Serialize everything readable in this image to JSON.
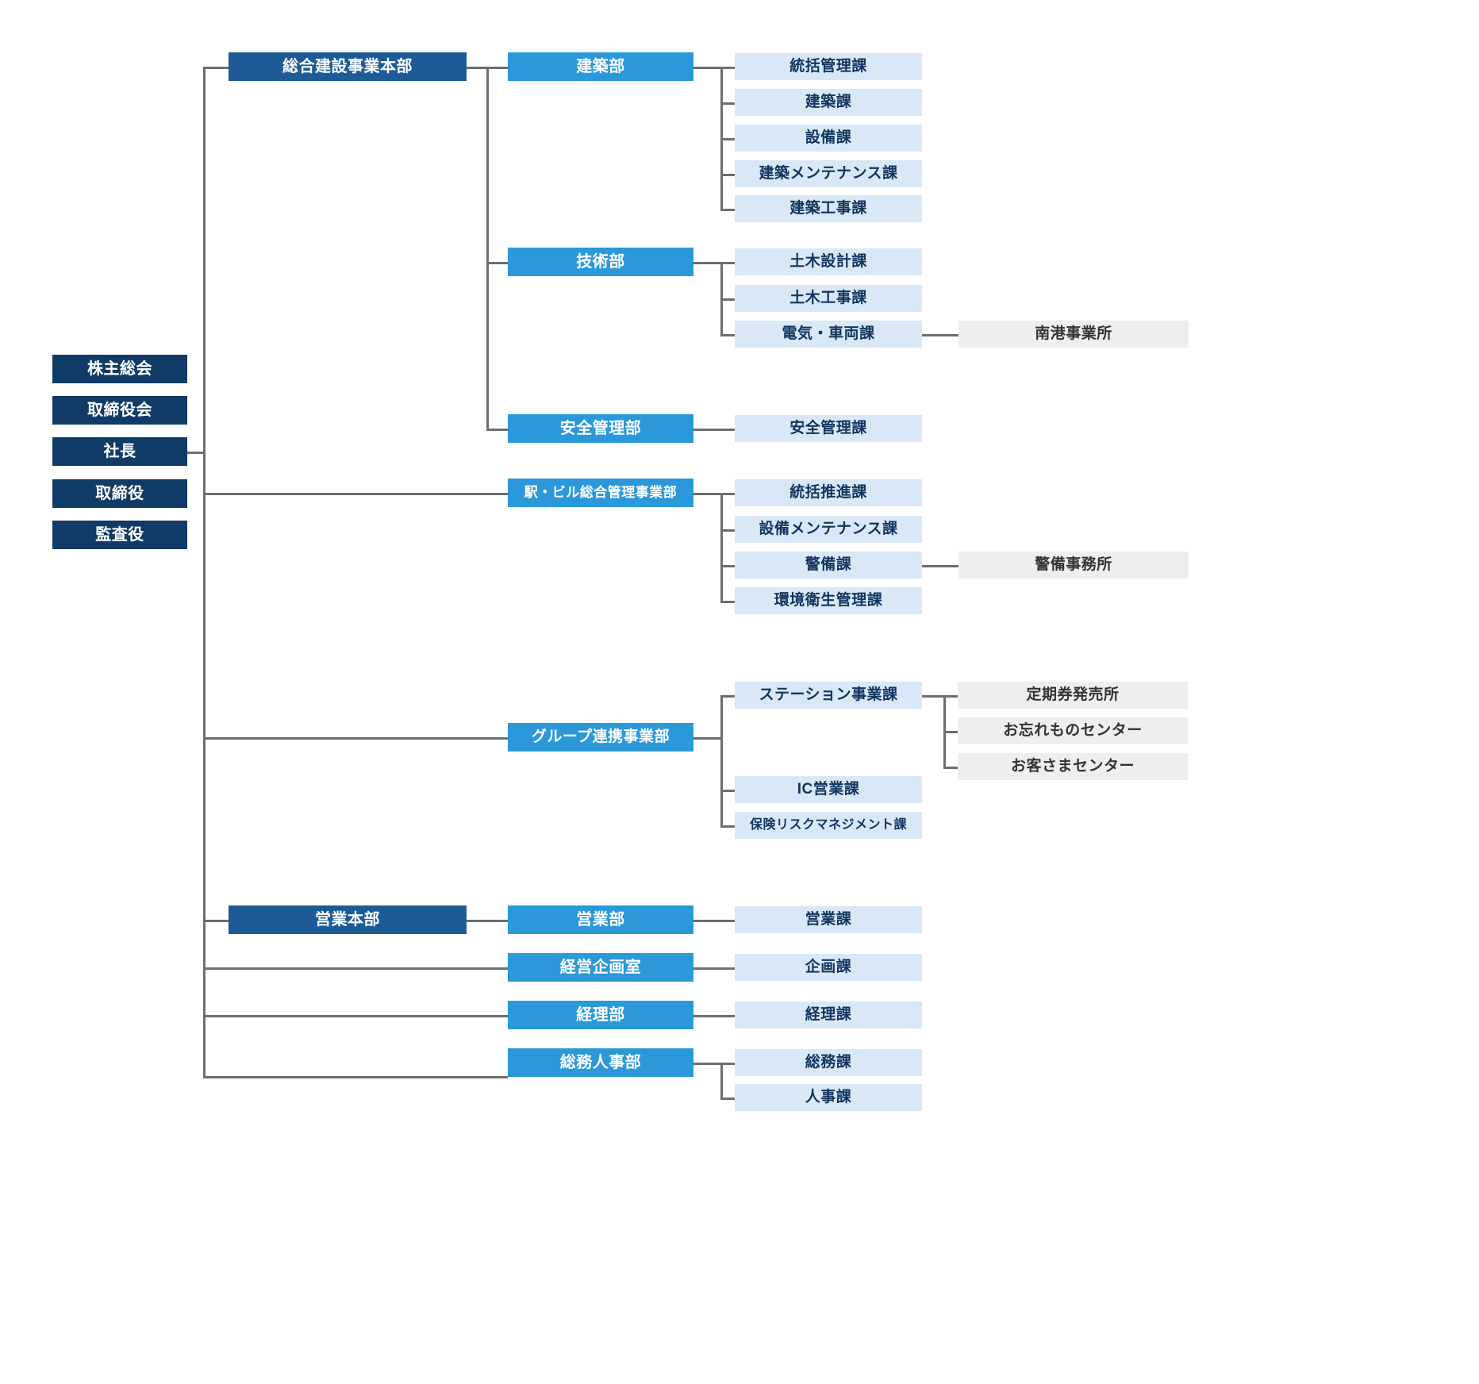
{
  "colors": {
    "exec": "#103b66",
    "headquarters": "#1d5b96",
    "department": "#2b98d9",
    "section": "#d8e8f6",
    "external": "#eeeeee",
    "connector": "#6e6e6e",
    "background": "#ffffff"
  },
  "governance": [
    {
      "label": "株主総会"
    },
    {
      "label": "取締役会"
    },
    {
      "label": "社長"
    },
    {
      "label": "取締役"
    },
    {
      "label": "監査役"
    }
  ],
  "divisions": {
    "construction_hq": {
      "label": "総合建設事業本部"
    },
    "sales_hq": {
      "label": "営業本部"
    }
  },
  "departments": {
    "architecture": {
      "label": "建築部"
    },
    "engineering": {
      "label": "技術部"
    },
    "safety": {
      "label": "安全管理部"
    },
    "station_building": {
      "label": "駅・ビル総合管理事業部"
    },
    "group_alliance": {
      "label": "グループ連携事業部"
    },
    "sales": {
      "label": "営業部"
    },
    "planning": {
      "label": "経営企画室"
    },
    "accounting": {
      "label": "経理部"
    },
    "general_affairs": {
      "label": "総務人事部"
    }
  },
  "sections": {
    "architecture": [
      {
        "label": "統括管理課"
      },
      {
        "label": "建築課"
      },
      {
        "label": "設備課"
      },
      {
        "label": "建築メンテナンス課"
      },
      {
        "label": "建築工事課"
      }
    ],
    "engineering": [
      {
        "label": "土木設計課"
      },
      {
        "label": "土木工事課"
      },
      {
        "label": "電気・車両課"
      }
    ],
    "safety": [
      {
        "label": "安全管理課"
      }
    ],
    "station_building": [
      {
        "label": "統括推進課"
      },
      {
        "label": "設備メンテナンス課"
      },
      {
        "label": "警備課"
      },
      {
        "label": "環境衛生管理課"
      }
    ],
    "group_alliance": [
      {
        "label": "ステーション事業課"
      },
      {
        "label": "IC営業課"
      },
      {
        "label": "保険リスクマネジメント課"
      }
    ],
    "sales": [
      {
        "label": "営業課"
      }
    ],
    "planning": [
      {
        "label": "企画課"
      }
    ],
    "accounting": [
      {
        "label": "経理課"
      }
    ],
    "general_affairs": [
      {
        "label": "総務課"
      },
      {
        "label": "人事課"
      }
    ]
  },
  "offices": {
    "nanko": {
      "label": "南港事業所"
    },
    "security": {
      "label": "警備事務所"
    },
    "station": [
      {
        "label": "定期券発売所"
      },
      {
        "label": "お忘れものセンター"
      },
      {
        "label": "お客さまセンター"
      }
    ]
  }
}
